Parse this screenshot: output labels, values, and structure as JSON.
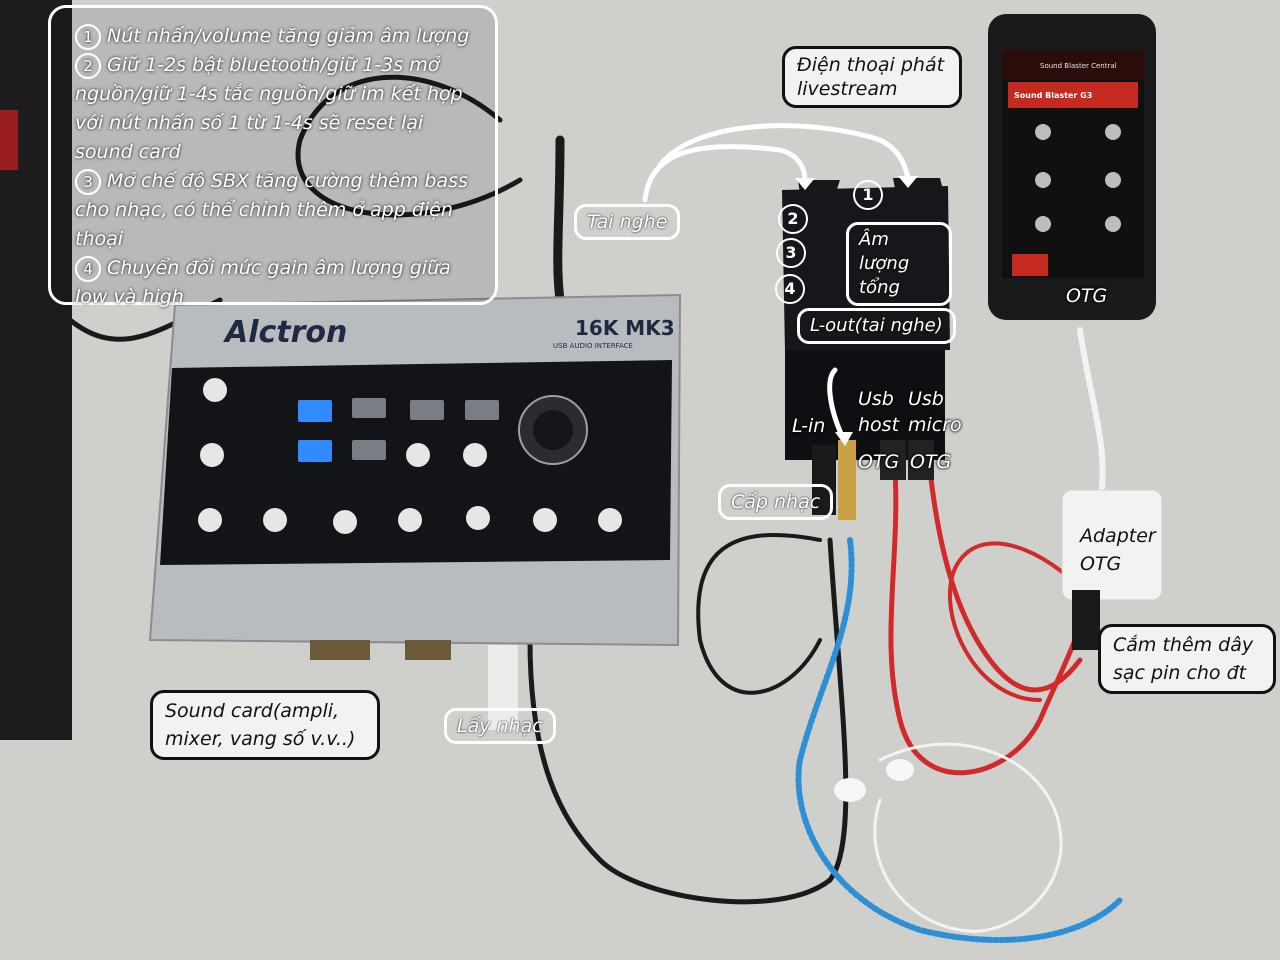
{
  "notes": [
    {
      "num": "1",
      "text": "Nút nhấn/volume tăng giảm âm lượng"
    },
    {
      "num": "2",
      "text": "Giữ 1-2s bật bluetooth/giữ 1-3s mở nguồn/giữ 1-4s tắc nguồn/giữ im kết hợp với nút nhấn số 1 từ 1-4s sẽ reset lại sound card"
    },
    {
      "num": "3",
      "text": "Mở chế độ SBX tăng cường thêm bass cho nhạc, có thể chỉnh thêm ở app điện thoại"
    },
    {
      "num": "4",
      "text": "Chuyển đổi mức gain âm lượng giữa low và high"
    }
  ],
  "labels": {
    "phone": "Điện thoại phát livestream",
    "headphone": "Tai nghe",
    "master_volume": "Âm lượng tổng",
    "lout": "L-out(tai nghe)",
    "lin": "L-in",
    "usb_host": "Usb host",
    "usb_micro": "Usb micro",
    "otg_left": "OTG",
    "otg_right": "OTG",
    "otg_phone": "OTG",
    "cap_nhac": "Cấp nhạc",
    "adapter": "Adapter OTG",
    "charge": "Cắm thêm dây sạc pin cho đt",
    "soundcard": "Sound card(ampli, mixer, vang số v.v..)",
    "lay_nhac": "Lấy nhạc"
  },
  "device_markers": [
    "1",
    "2",
    "3",
    "4"
  ],
  "soundcard_device": {
    "brand": "Alctron",
    "model": "16K MK3",
    "subtitle": "USB AUDIO INTERFACE"
  },
  "phone_screen": {
    "app_name": "Sound Blaster Central",
    "banner": "Sound Blaster G3"
  },
  "colors": {
    "box_border_dark": "#111111",
    "box_border_light": "#ffffff",
    "led_blue": "#2f8bff",
    "app_red": "#c42a1f"
  }
}
